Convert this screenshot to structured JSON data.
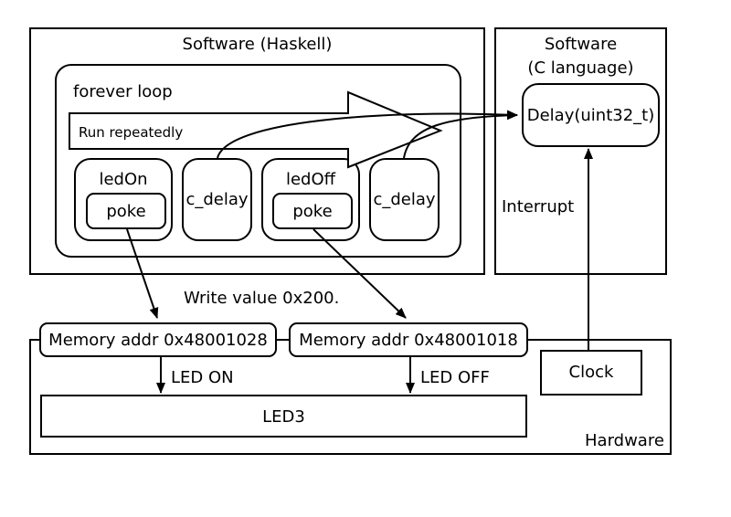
{
  "haskell_region": {
    "title": "Software (Haskell)"
  },
  "c_region": {
    "title_line1": "Software",
    "title_line2": "(C language)"
  },
  "forever_loop": {
    "label": "forever loop",
    "arrow_text": "Run repeatedly"
  },
  "blocks": {
    "led_on": {
      "label": "ledOn",
      "inner": "poke"
    },
    "delay1": {
      "label": "c_delay"
    },
    "led_off": {
      "label": "ledOff",
      "inner": "poke"
    },
    "delay2": {
      "label": "c_delay"
    }
  },
  "delay_function": "Delay(uint32_t)",
  "interrupt_label": "Interrupt",
  "write_label": "Write value 0x200.",
  "memory": {
    "addr1": "Memory addr 0x48001028",
    "addr2": "Memory addr 0x48001018"
  },
  "led_on_label": "LED ON",
  "led_off_label": "LED OFF",
  "clock_label": "Clock",
  "led3_label": "LED3",
  "hardware_label": "Hardware"
}
